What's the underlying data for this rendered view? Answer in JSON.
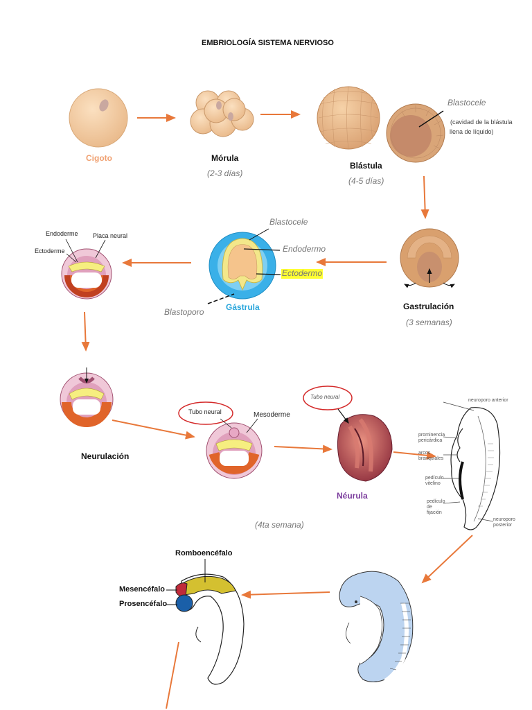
{
  "title": "EMBRIOLOGÍA SISTEMA NERVIOSO",
  "colors": {
    "arrow": "#e8783a",
    "cigoto": "#f0a070",
    "gastrula": "#2aa6dc",
    "neurula": "#7a3b9c",
    "highlight": "#ffff33",
    "circle": "#d42a2a"
  },
  "stages": {
    "cigoto": {
      "label": "Cigoto"
    },
    "morula": {
      "label": "Mórula",
      "time": "(2-3 días)"
    },
    "blastula": {
      "label": "Blástula",
      "time": "(4-5 días)",
      "blastocele": "Blastocele",
      "note_line1": "(cavidad de la blástula",
      "note_line2": "llena de líquido)"
    },
    "gastrulacion": {
      "label": "Gastrulación",
      "time": "(3 semanas)"
    },
    "gastrula": {
      "label": "Gástrula",
      "blastocele": "Blastocele",
      "endodermo": "Endodermo",
      "ectodermo": "Ectodermo",
      "blastoporo": "Blastoporo"
    },
    "neural_plate": {
      "endoderme": "Endoderme",
      "placa": "Placa neural",
      "ectoderme": "Ectoderme"
    },
    "neurulacion": {
      "label": "Neurulación"
    },
    "neural_tube": {
      "tubo": "Tubo neural",
      "mesoderme": "Mesoderme"
    },
    "neurula": {
      "label": "Néurula",
      "tubo": "Tubo neural",
      "time": "(4ta semana)"
    },
    "brain": {
      "romboencefalo": "Romboencéfalo",
      "mesencefalo": "Mesencéfalo",
      "prosencefalo": "Prosencéfalo"
    }
  },
  "embryo_labels": [
    "neuroporo anterior",
    "prominencia pericárdica",
    "arcos branquiales",
    "pedículo vitelino",
    "pedículo de fijación",
    "neuroporo posterior"
  ]
}
